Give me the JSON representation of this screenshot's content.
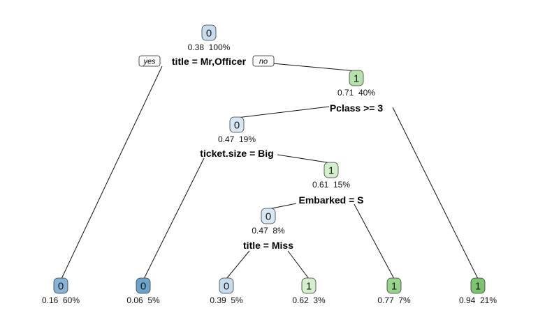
{
  "tree": {
    "yes_label": "yes",
    "no_label": "no",
    "nodes": [
      {
        "id": "n1",
        "class": "0",
        "stats": "0.38  100%",
        "prob": 0.38,
        "split": "title = Mr,Officer"
      },
      {
        "id": "n3",
        "class": "1",
        "stats": "0.71  40%",
        "prob": 0.71,
        "split": "Pclass >= 3"
      },
      {
        "id": "n6",
        "class": "0",
        "stats": "0.47  19%",
        "prob": 0.47,
        "split": "ticket.size = Big"
      },
      {
        "id": "n13",
        "class": "1",
        "stats": "0.61  15%",
        "prob": 0.61,
        "split": "Embarked = S"
      },
      {
        "id": "n26",
        "class": "0",
        "stats": "0.47  8%",
        "prob": 0.47,
        "split": "title = Miss"
      },
      {
        "id": "l2",
        "class": "0",
        "stats": "0.16  60%",
        "prob": 0.16
      },
      {
        "id": "l12",
        "class": "0",
        "stats": "0.06  5%",
        "prob": 0.06
      },
      {
        "id": "l52",
        "class": "0",
        "stats": "0.39  5%",
        "prob": 0.39
      },
      {
        "id": "l53",
        "class": "1",
        "stats": "0.62  3%",
        "prob": 0.62
      },
      {
        "id": "l27",
        "class": "1",
        "stats": "0.77  7%",
        "prob": 0.77
      },
      {
        "id": "l7",
        "class": "1",
        "stats": "0.94  21%",
        "prob": 0.94
      }
    ],
    "edges": [
      {
        "from": "n1",
        "to": "l2"
      },
      {
        "from": "n1",
        "to": "n3"
      },
      {
        "from": "n3",
        "to": "n6"
      },
      {
        "from": "n3",
        "to": "l7"
      },
      {
        "from": "n6",
        "to": "l12"
      },
      {
        "from": "n6",
        "to": "n13"
      },
      {
        "from": "n13",
        "to": "n26"
      },
      {
        "from": "n13",
        "to": "l27"
      },
      {
        "from": "n26",
        "to": "l52"
      },
      {
        "from": "n26",
        "to": "l53"
      }
    ]
  },
  "colors": {
    "class0": [
      "#d9e7f5",
      "#c8dcef",
      "#a9c9e2",
      "#86b3d6",
      "#6ba3cc",
      "#5a96c3"
    ],
    "class1": [
      "#e5f5e0",
      "#d4efcc",
      "#b8e2ab",
      "#98d38b",
      "#7cc46f",
      "#5fb35b"
    ]
  }
}
